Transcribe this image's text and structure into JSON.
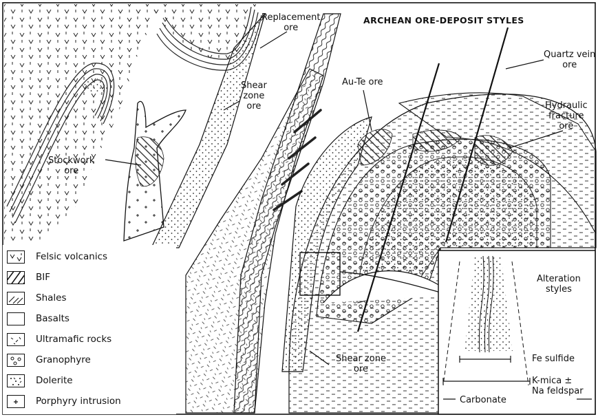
{
  "title": "ARCHEAN ORE-DEPOSIT STYLES",
  "labels": {
    "replacement": "Replacement\nore",
    "shear_zone_top": "Shear\nzone\nore",
    "au_te": "Au-Te ore",
    "quartz_vein": "Quartz vein\nore",
    "hydraulic": "Hydraulic\nfracture\nore",
    "stockwork": "Stockwork\nore",
    "shear_zone_bottom": "Shear zone\nore"
  },
  "inset": {
    "title": "Alteration\nstyles",
    "fe_sulfide": "Fe sulfide",
    "kmica": "K-mica ±\nNa feldspar",
    "carbonate": "Carbonate"
  },
  "legend": [
    {
      "icon": "felsic-volcanics-pattern",
      "label": "Felsic volcanics"
    },
    {
      "icon": "bif-pattern",
      "label": "BIF"
    },
    {
      "icon": "shales-pattern",
      "label": "Shales"
    },
    {
      "icon": "basalts-pattern",
      "label": "Basalts"
    },
    {
      "icon": "ultramafic-pattern",
      "label": "Ultramafic rocks"
    },
    {
      "icon": "granophyre-pattern",
      "label": "Granophyre"
    },
    {
      "icon": "dolerite-pattern",
      "label": "Dolerite"
    },
    {
      "icon": "porphyry-pattern",
      "label": "Porphyry intrusion"
    }
  ]
}
